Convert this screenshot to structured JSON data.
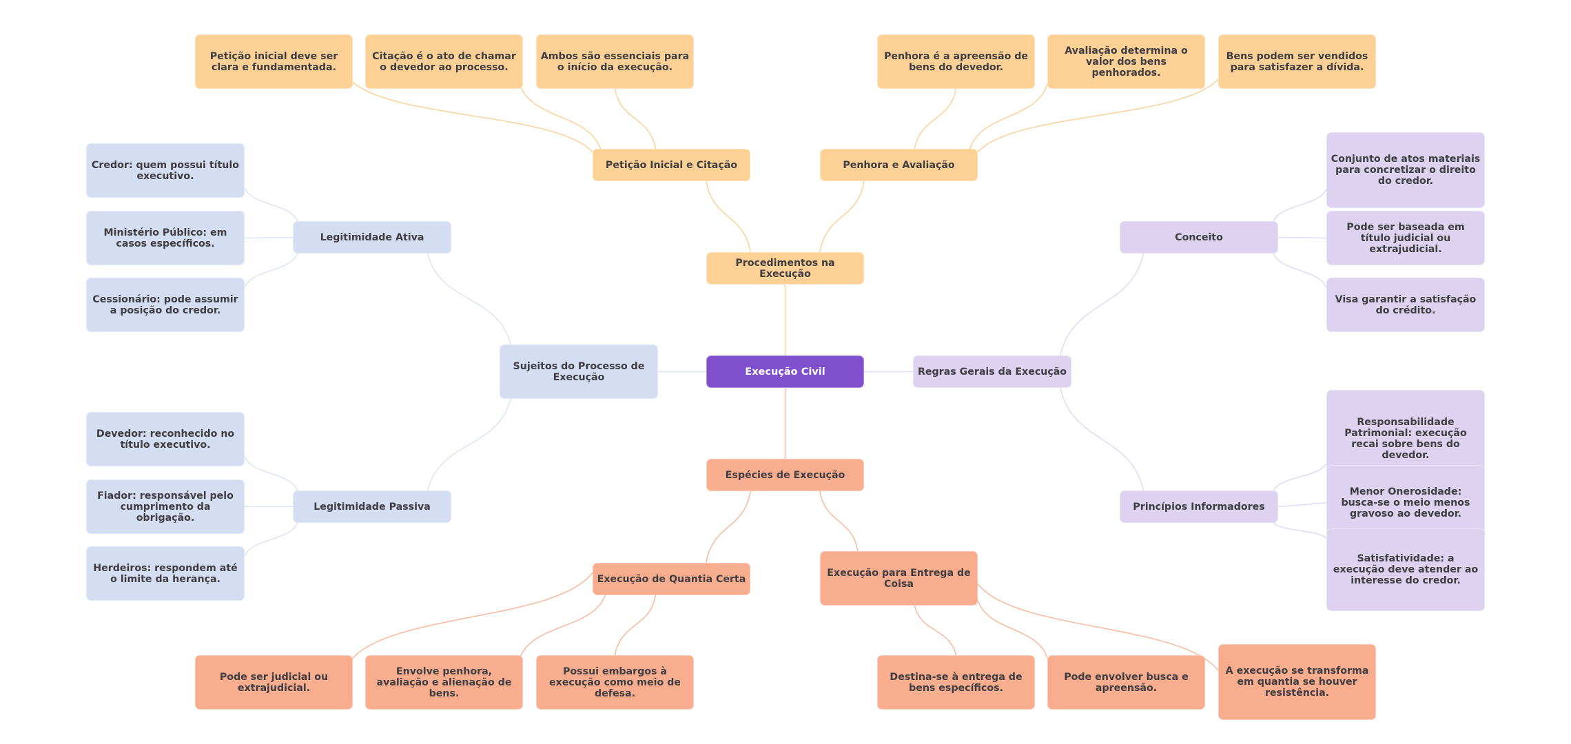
{
  "diagram": {
    "type": "mindmap",
    "title": "Execução Civil",
    "colors": {
      "root": "#804fcd",
      "procedimentos": "#fdd095",
      "procedimentos_edge": "#fbd39e",
      "sujeitos": "#d5ddf2",
      "sujeitos_edge": "#dfe5f5",
      "regras": "#ddd3f1",
      "regras_edge": "#e3dbf4",
      "especies": "#f9ad8f",
      "especies_edge": "#f8bca3",
      "text_dark": "#3d3d42",
      "text_light": "#ffffff"
    },
    "root": {
      "id": "root",
      "label": "Execução Civil"
    },
    "branches": [
      {
        "id": "procedimentos",
        "label": "Procedimentos na Execução",
        "children": [
          {
            "id": "peticao",
            "label": "Petição Inicial e Citação",
            "children": [
              {
                "id": "peticao-1",
                "label": "Petição inicial deve ser clara e fundamentada."
              },
              {
                "id": "peticao-2",
                "label": "Citação é o ato de chamar o devedor ao processo."
              },
              {
                "id": "peticao-3",
                "label": "Ambos são essenciais para o início da execução."
              }
            ]
          },
          {
            "id": "penhora",
            "label": "Penhora e Avaliação",
            "children": [
              {
                "id": "penhora-1",
                "label": "Penhora é a apreensão de bens do devedor."
              },
              {
                "id": "penhora-2",
                "label": "Avaliação determina o valor dos bens penhorados."
              },
              {
                "id": "penhora-3",
                "label": "Bens podem ser vendidos para satisfazer a dívida."
              }
            ]
          }
        ]
      },
      {
        "id": "sujeitos",
        "label": "Sujeitos do Processo de Execução",
        "children": [
          {
            "id": "ativa",
            "label": "Legitimidade Ativa",
            "children": [
              {
                "id": "ativa-1",
                "label": "Credor: quem possui título executivo."
              },
              {
                "id": "ativa-2",
                "label": "Ministério Público: em casos específicos."
              },
              {
                "id": "ativa-3",
                "label": "Cessionário: pode assumir a posição do credor."
              }
            ]
          },
          {
            "id": "passiva",
            "label": "Legitimidade Passiva",
            "children": [
              {
                "id": "passiva-1",
                "label": "Devedor: reconhecido no título executivo."
              },
              {
                "id": "passiva-2",
                "label": "Fiador: responsável pelo cumprimento da obrigação."
              },
              {
                "id": "passiva-3",
                "label": "Herdeiros: respondem até o limite da herança."
              }
            ]
          }
        ]
      },
      {
        "id": "regras",
        "label": "Regras Gerais da Execução",
        "children": [
          {
            "id": "conceito",
            "label": "Conceito",
            "children": [
              {
                "id": "conceito-1",
                "label": "Conjunto de atos materiais para concretizar o direito do credor."
              },
              {
                "id": "conceito-2",
                "label": "Pode ser baseada em título judicial ou extrajudicial."
              },
              {
                "id": "conceito-3",
                "label": "Visa garantir a satisfação do crédito."
              }
            ]
          },
          {
            "id": "principios",
            "label": "Princípios Informadores",
            "children": [
              {
                "id": "principios-1",
                "label": "Responsabilidade Patrimonial: execução recai sobre bens do devedor."
              },
              {
                "id": "principios-2",
                "label": "Menor Onerosidade: busca-se o meio menos gravoso ao devedor."
              },
              {
                "id": "principios-3",
                "label": "Satisfatividade: a execução deve atender ao interesse do credor."
              }
            ]
          }
        ]
      },
      {
        "id": "especies",
        "label": "Espécies de Execução",
        "children": [
          {
            "id": "quantia",
            "label": "Execução de Quantia Certa",
            "children": [
              {
                "id": "quantia-1",
                "label": "Pode ser judicial ou extrajudicial."
              },
              {
                "id": "quantia-2",
                "label": "Envolve penhora, avaliação e alienação de bens."
              },
              {
                "id": "quantia-3",
                "label": "Possui embargos à execução como meio de defesa."
              }
            ]
          },
          {
            "id": "entrega",
            "label": "Execução para Entrega de Coisa",
            "children": [
              {
                "id": "entrega-1",
                "label": "Destina-se à entrega de bens específicos."
              },
              {
                "id": "entrega-2",
                "label": "Pode envolver busca e apreensão."
              },
              {
                "id": "entrega-3",
                "label": "A execução se transforma em quantia se houver resistência."
              }
            ]
          }
        ]
      }
    ]
  }
}
